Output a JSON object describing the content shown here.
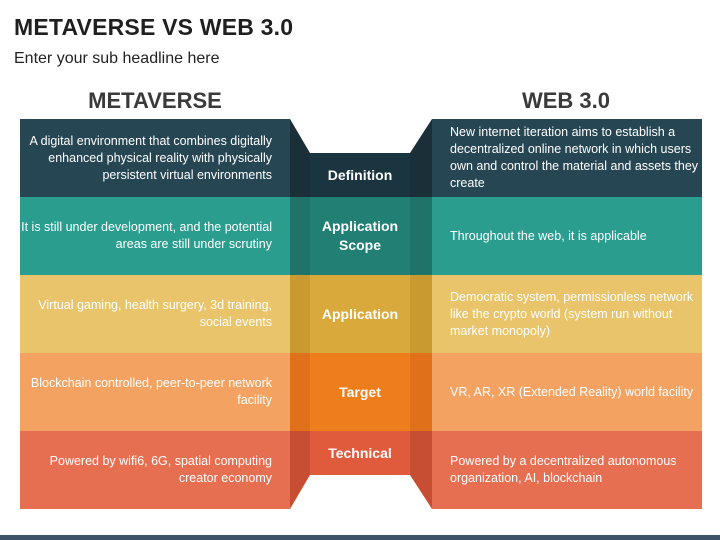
{
  "title": "METAVERSE VS WEB 3.0",
  "subtitle": "Enter your sub headline here",
  "left_header": "METAVERSE",
  "right_header": "WEB 3.0",
  "rows": [
    {
      "category": "Definition",
      "metaverse": "A digital environment that combines digitally enhanced physical reality with physically persistent virtual environments",
      "web3": "New internet iteration aims to establish a decentralized online network in which users own and control the material and assets they create",
      "color_band": "#264653",
      "color_center": "#1b3540",
      "color_fold": "#1a2f38"
    },
    {
      "category": "Application Scope",
      "metaverse": "It is still under development, and the potential areas are still under scrutiny",
      "web3": "Throughout the web, it is applicable",
      "color_band": "#2a9d8f",
      "color_center": "#227f74",
      "color_fold": "#1f7369"
    },
    {
      "category": "Application",
      "metaverse": "Virtual gaming, health surgery, 3d training, social events",
      "web3": "Democratic system, permissionless network like the crypto world (system run without market monopoly)",
      "color_band": "#e9c46a",
      "color_center": "#d9a93c",
      "color_fold": "#c89a30"
    },
    {
      "category": "Target",
      "metaverse": "Blockchain controlled, peer-to-peer network facility",
      "web3": "VR, AR, XR (Extended Reality) world facility",
      "color_band": "#f4a261",
      "color_center": "#ee7d1c",
      "color_fold": "#e0711a"
    },
    {
      "category": "Technical",
      "metaverse": "Powered by wifi6, 6G, spatial computing creator economy",
      "web3": "Powered by a decentralized autonomous organization, AI, blockchain",
      "color_band": "#e76f51",
      "color_center": "#e05a3c",
      "color_fold": "#c84e33"
    }
  ]
}
